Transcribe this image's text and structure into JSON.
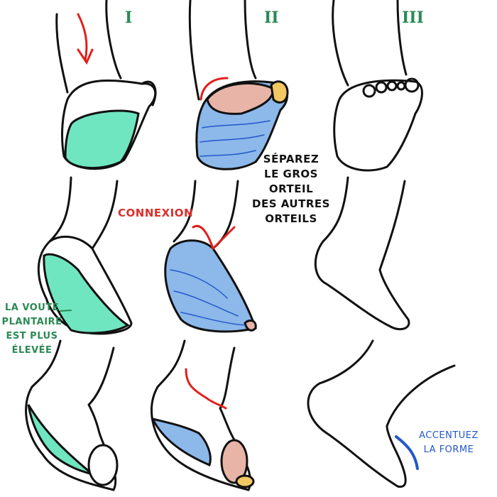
{
  "columns": [
    "I",
    "II",
    "III"
  ],
  "annotations": {
    "separate_toes": [
      "SÉPAREZ",
      "LE GROS",
      "ORTEIL",
      "DES AUTRES",
      "ORTEILS"
    ],
    "connection": "CONNEXION",
    "arch": [
      "LA VOUTE",
      "PLANTAIRE",
      "EST PLUS",
      "ÉLEVÉE"
    ],
    "accentuate": [
      "ACCENTUEZ",
      "LA FORME"
    ]
  },
  "colors": {
    "mint": "#6fe6c0",
    "blue": "#8cb8ea",
    "pink": "#e8b4a8",
    "yellow": "#f2c862",
    "red": "#e0201c",
    "green_text": "#2a8a55",
    "blue_text": "#2458c8",
    "red_text": "#d8302c"
  }
}
